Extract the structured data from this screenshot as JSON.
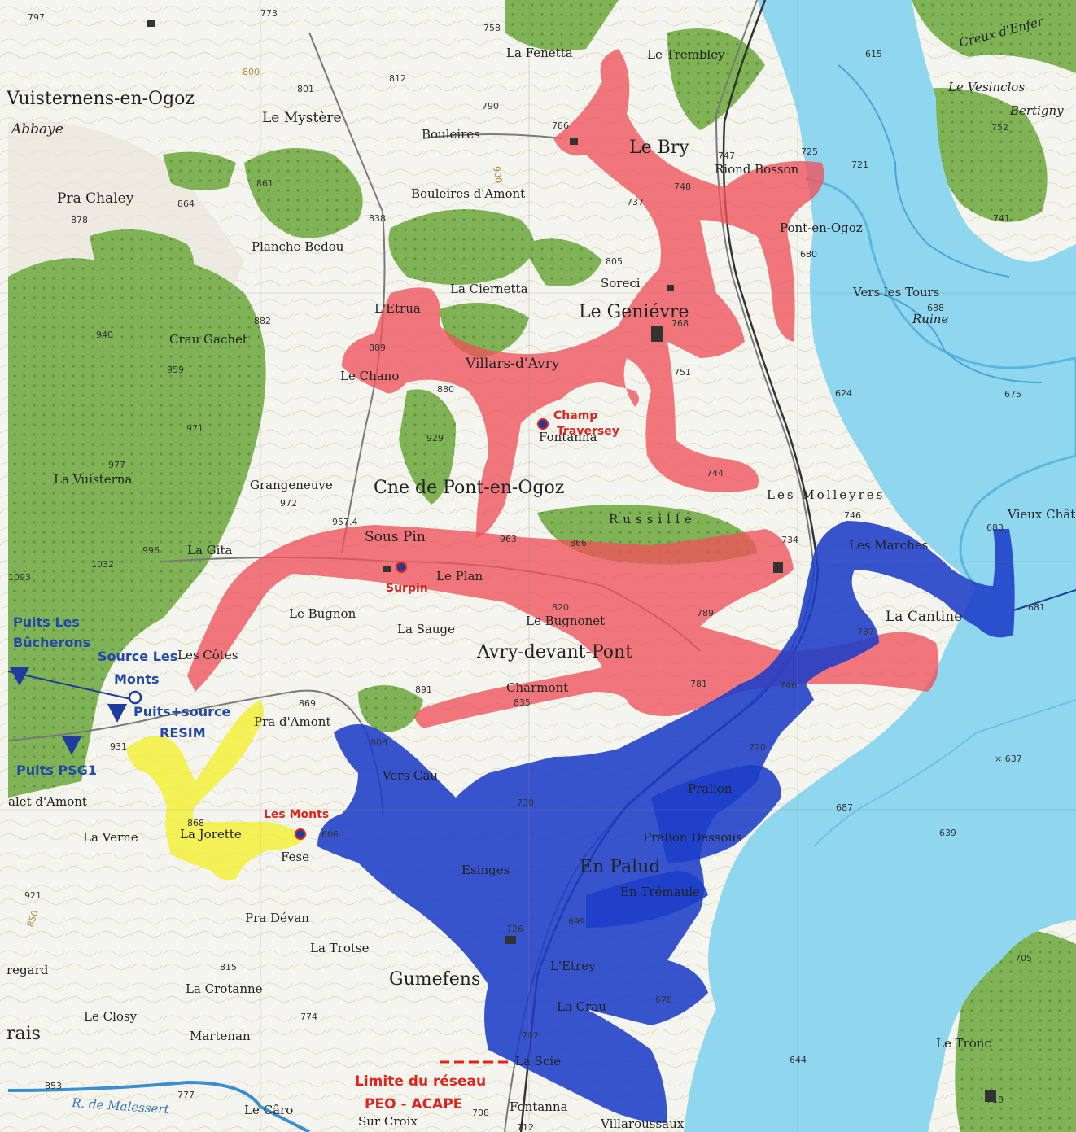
{
  "map": {
    "places": {
      "vuisternens": "Vuisternens-en-Ogoz",
      "abbaye": "Abbaye",
      "le_mystere": "Le Mystère",
      "la_fenetta": "La Fenetta",
      "le_trembley": "Le Trembley",
      "bouleires": "Bouleires",
      "bouleires_amont": "Bouleires d'Amont",
      "le_bry": "Le Bry",
      "riond_bosson": "Riond Bosson",
      "pont_en_ogoz": "Pont-en-Ogoz",
      "pra_chaley": "Pra Chaley",
      "planche_bedou": "Planche Bedou",
      "soreci": "Soreci",
      "la_ciernetta": "La Ciernetta",
      "l_etrua": "L'Etrua",
      "le_genievre": "Le Geniévre",
      "crau_gachet": "Crau Gachet",
      "villars_d_avry": "Villars-d'Avry",
      "le_chano": "Le Chano",
      "vers_les_tours": "Vers les Tours",
      "ruine": "Ruine",
      "creux_d_enfer": "Creux d'Enfer",
      "le_vesinclos": "Le Vesinclos",
      "bertigny": "Bertigny",
      "fontanna_n": "Fontanna",
      "la_vuisterna": "La Vuisterna",
      "grangeneuve": "Grangeneuve",
      "cne": "Cne de Pont-en-Ogoz",
      "les_molleyres": "Les Molleyres",
      "russille": "Russille",
      "vieux_chatel": "Vieux Châtel",
      "sous_pin": "Sous Pin",
      "la_gita": "La Gita",
      "le_plan": "Le Plan",
      "les_marches": "Les Marches",
      "la_cantine": "La Cantine",
      "le_bugnon": "Le Bugnon",
      "la_sauge": "La Sauge",
      "le_bugnonet": "Le Bugnonet",
      "avry": "Avry-devant-Pont",
      "les_cotes": "Les Côtes",
      "charmont": "Charmont",
      "pra_d_amont": "Pra d'Amont",
      "vers_cau": "Vers Cau",
      "pralion": "Pralion",
      "chalet_d_amont": "alet d'Amont",
      "la_verne": "La Verne",
      "la_jorette": "La Jorette",
      "pralion_dessous": "Pralion Dessous",
      "en_palud": "En Palud",
      "esinges": "Esinges",
      "en_tremaule": "En Trémaule",
      "pra_devan": "Pra Dévan",
      "la_trotse": "La Trotse",
      "gumefens": "Gumefens",
      "l_etrey": "L'Etrey",
      "la_crau": "La Crau",
      "la_crotanne": "La Crotanne",
      "le_closy": "Le Closy",
      "martenan": "Martenan",
      "la_scie": "La Scie",
      "le_tronc": "Le Tronc",
      "gregard": "regard",
      "rais": "rais",
      "r_malessert": "R. de Malessert",
      "le_caro": "Le Câro",
      "sur_croix": "Sur Croix",
      "fontanna_s": "Fontanna",
      "villaroussaux": "Villaroussaux",
      "les_fes": "Fese"
    },
    "altitudes": {
      "a797": "797",
      "a773": "773",
      "a758": "758",
      "a801": "801",
      "a812": "812",
      "a790": "790",
      "a786": "786",
      "a747": "747",
      "a725": "725",
      "a721": "721",
      "a615": "615",
      "a861": "861",
      "a864": "864",
      "a878": "878",
      "a838": "838",
      "a737": "737",
      "a748": "748",
      "a680": "680",
      "a805": "805",
      "a882": "882",
      "a940": "940",
      "a959": "959",
      "a889": "889",
      "a880": "880",
      "a768": "768",
      "a751": "751",
      "a688": "688",
      "a971": "971",
      "a929": "929",
      "a977": "977",
      "a972": "972",
      "a957": "957.4",
      "a744": "744",
      "a746": "746",
      "a683": "683",
      "a996": "996",
      "a963": "963",
      "a866": "866",
      "a734": "734",
      "a1032": "1032",
      "a1093": "1093",
      "a820": "820",
      "a789": "789",
      "a737b": "737",
      "a891": "891",
      "a835": "835",
      "a781": "781",
      "a746b": "746",
      "a869": "869",
      "a868": "868",
      "a931": "931",
      "a808": "808",
      "a720": "720",
      "a637": "× 637",
      "a730": "730",
      "a687": "687",
      "a639": "639",
      "a606": "606",
      "a921": "921",
      "a726": "726",
      "a699": "699",
      "a815": "815",
      "a774": "774",
      "a702": "702",
      "a678": "678",
      "a853": "853",
      "a777": "777",
      "a708": "708",
      "a712": "712",
      "a644": "644",
      "a705": "705",
      "a710": "710",
      "a752": "752",
      "a741": "741",
      "a675": "675",
      "a624": "624",
      "a681": "681",
      "a900": "900",
      "a800": "800",
      "a850": "850"
    },
    "legend": {
      "puits_bucherons": [
        "Puits Les",
        "Bûcherons"
      ],
      "source_monts": [
        "Source Les",
        "Monts"
      ],
      "puits_source_resim": [
        "Puits+source",
        "RESIM"
      ],
      "puits_psg1": "Puits PSG1",
      "champ_traversey": [
        "Champ",
        "Traversey"
      ],
      "surpin": "Surpin",
      "les_monts": "Les Monts",
      "limite_reseau": [
        "Limite du réseau",
        "PEO - ACAPE"
      ]
    },
    "zone_colors": {
      "red_network": "#f0525a",
      "blue_network": "#1c3ec8",
      "yellow_network": "#f2f03a",
      "lake": "#8fd6ef",
      "forest": "#7fb356"
    }
  }
}
